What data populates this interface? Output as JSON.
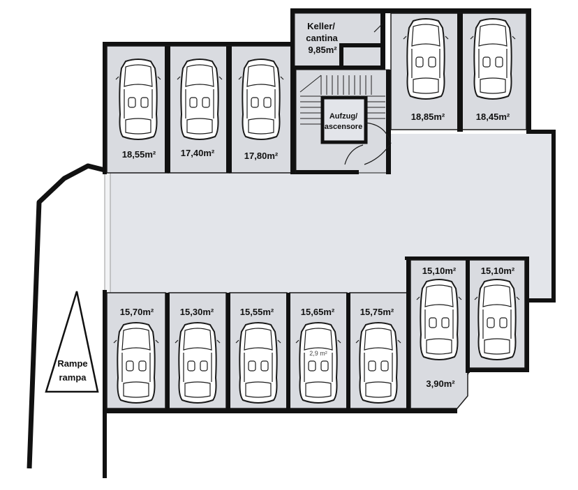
{
  "colors": {
    "wall": "#111111",
    "floor": "#e3e5ea",
    "bay": "#d9dbe0",
    "background": "#ffffff"
  },
  "storage": {
    "label_line1": "Keller/",
    "label_line2": "cantina",
    "area": "9,85m²"
  },
  "elevator": {
    "label_line1": "Aufzug/",
    "label_line2": "ascensore"
  },
  "ramp": {
    "label_line1": "Rampe",
    "label_line2": "rampa"
  },
  "extra_area": "3,90m²",
  "small_overlay": "2,9 m²",
  "top_spaces": [
    {
      "area": "18,55m²"
    },
    {
      "area": "17,40m²"
    },
    {
      "area": "17,80m²"
    }
  ],
  "top_right_spaces": [
    {
      "area": "18,85m²"
    },
    {
      "area": "18,45m²"
    }
  ],
  "bottom_spaces": [
    {
      "area": "15,70m²"
    },
    {
      "area": "15,30m²"
    },
    {
      "area": "15,55m²"
    },
    {
      "area": "15,65m²"
    },
    {
      "area": "15,75m²"
    }
  ],
  "right_spaces": [
    {
      "area": "15,10m²"
    },
    {
      "area": "15,10m²"
    }
  ]
}
